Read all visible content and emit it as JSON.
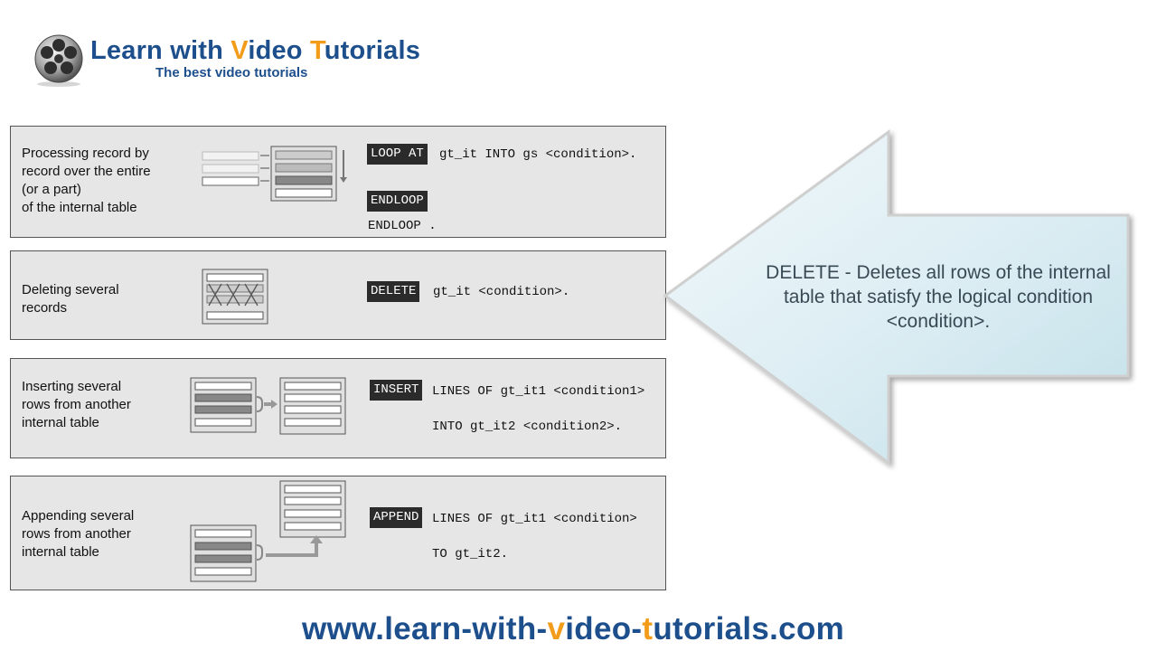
{
  "header": {
    "title_parts": [
      "Learn with ",
      "V",
      "ideo ",
      "T",
      "utorials"
    ],
    "subtitle": "The best video tutorials"
  },
  "panels": [
    {
      "description_lines": [
        "Processing record by",
        "record over the entire",
        "(or a part)",
        "of the internal table"
      ],
      "keyword": "LOOP AT",
      "code_line1": "gt_it INTO gs <condition>.",
      "keyword2": "ENDLOOP",
      "code_line2": "ENDLOOP ."
    },
    {
      "description_lines": [
        "Deleting several",
        "records"
      ],
      "keyword": "DELETE",
      "code_line1": "gt_it  <condition>."
    },
    {
      "description_lines": [
        "Inserting several",
        "rows from another",
        "internal table"
      ],
      "keyword": "INSERT",
      "code_line1": "LINES OF gt_it1 <condition1>",
      "code_line2": "INTO gt_it2 <condition2>."
    },
    {
      "description_lines": [
        "Appending several",
        "rows from another",
        "internal table"
      ],
      "keyword": "APPEND",
      "code_line1": "LINES OF gt_it1 <condition>",
      "code_line2": "TO gt_it2."
    }
  ],
  "callout": {
    "text": "DELETE - Deletes all rows of the internal table that satisfy the logical condition <condition>."
  },
  "footer": {
    "url_parts": [
      "www.learn-with-",
      "v",
      "ideo-",
      "t",
      "utorials.com"
    ]
  },
  "colors": {
    "brand_blue": "#1d4f8c",
    "brand_orange": "#f39c1a",
    "panel_bg": "#e6e6e6",
    "keyword_bg": "#2b2b2b",
    "callout_fill": "#dceef4"
  }
}
